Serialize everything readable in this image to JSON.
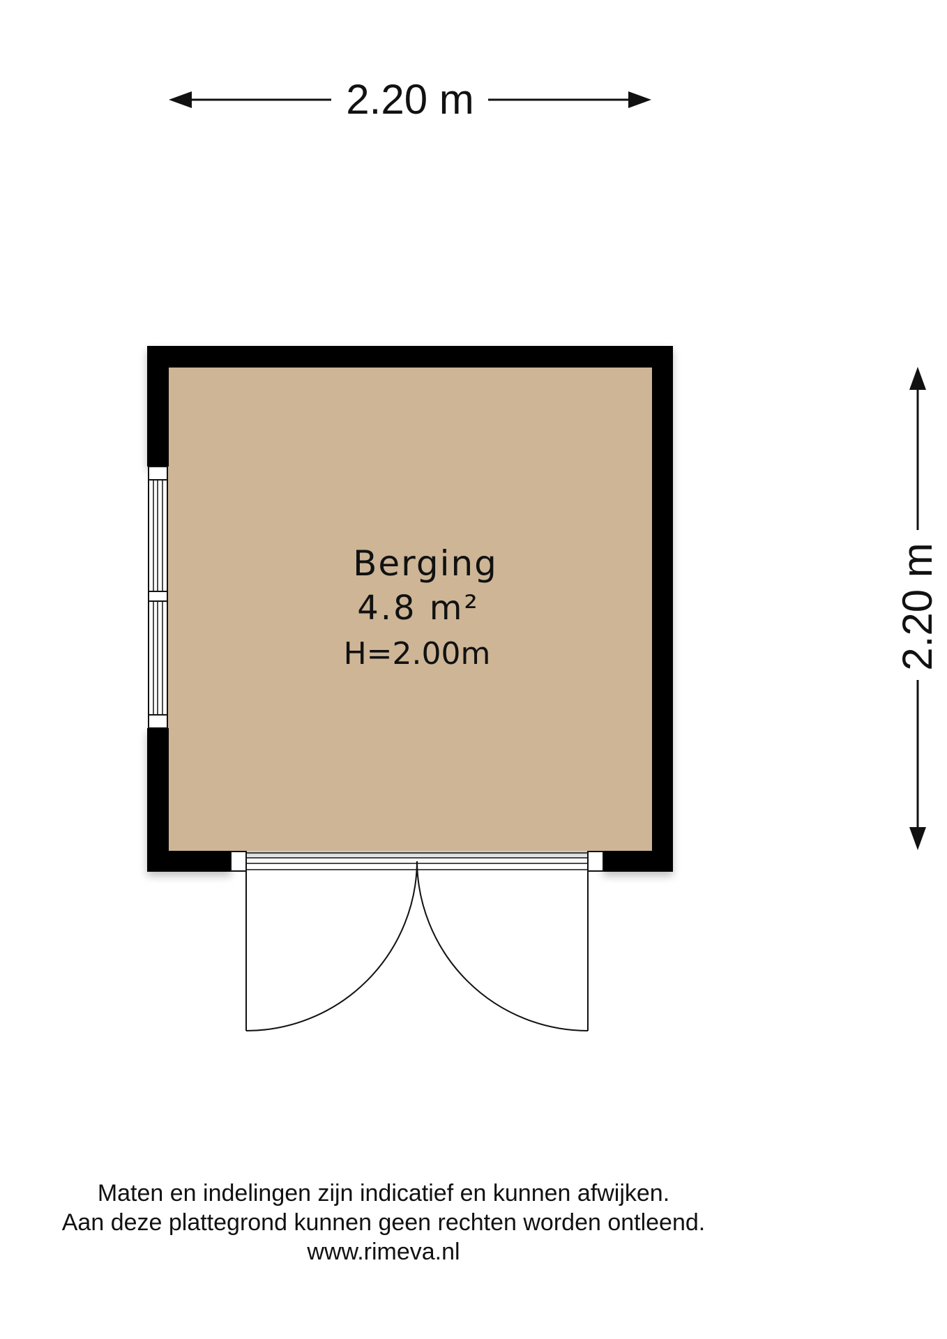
{
  "dimensions": {
    "width_label": "2.20 m",
    "height_label": "2.20 m"
  },
  "room": {
    "name": "Berging",
    "area": "4.8 m²",
    "height": "H=2.00m"
  },
  "colors": {
    "floor": "#cdb596",
    "wall": "#000000",
    "line": "#111111"
  },
  "disclaimer": {
    "line1": "Maten en indelingen zijn indicatief en kunnen afwijken.",
    "line2": "Aan deze plattegrond kunnen geen rechten worden ontleend.",
    "website": "www.rimeva.nl"
  }
}
